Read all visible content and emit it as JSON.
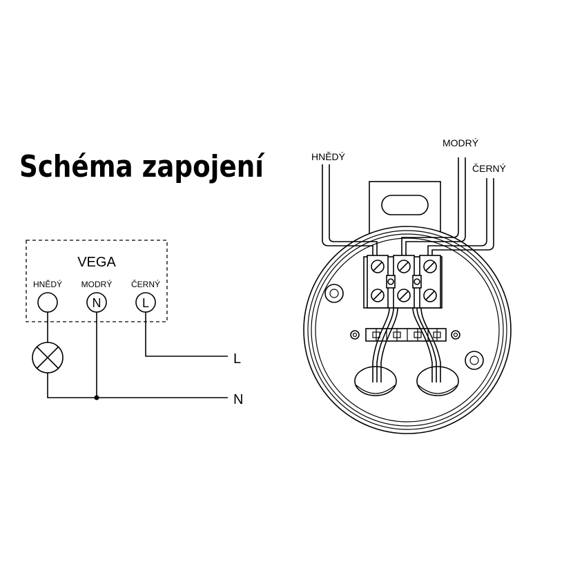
{
  "title": "Schéma zapojení",
  "schematic": {
    "device_label": "VEGA",
    "terminals": [
      {
        "wire_label": "HNĚDÝ",
        "symbol": ""
      },
      {
        "wire_label": "MODRÝ",
        "symbol": "N"
      },
      {
        "wire_label": "ČERNÝ",
        "symbol": "L"
      }
    ],
    "line_L": "L",
    "line_N": "N"
  },
  "detail": {
    "wire_labels": {
      "brown": "HNĚDÝ",
      "blue": "MODRÝ",
      "black": "ČERNÝ"
    }
  }
}
